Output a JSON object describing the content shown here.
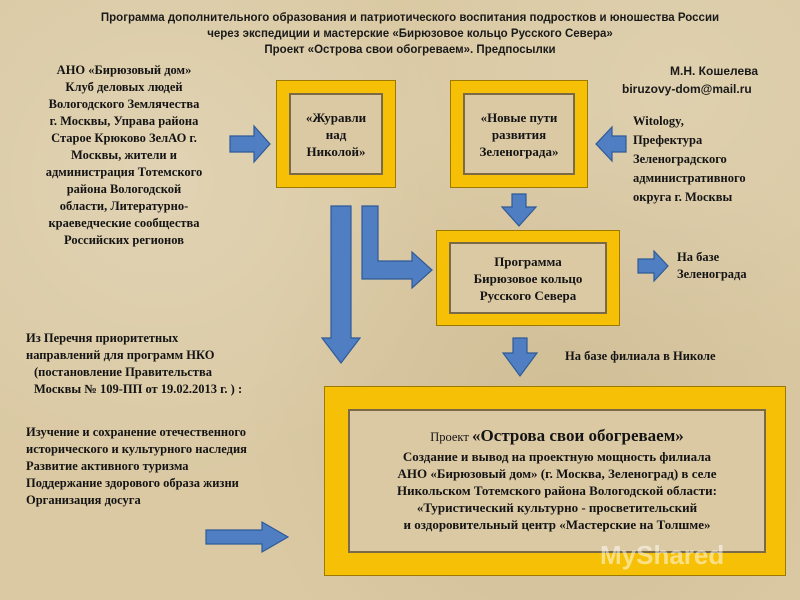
{
  "header": {
    "line1": "Программа дополнительного образования и патриотического воспитания подростков и юношества России",
    "line2": "через  экспедиции и мастерские «Бирюзовое кольцо Русского Севера»",
    "line3": "Проект «Острова свои обогреваем». Предпосылки"
  },
  "author": {
    "name": "М.Н. Кошелева",
    "email": "biruzovy-dom@mail.ru"
  },
  "left_block": {
    "lines": [
      "АНО «Бирюзовый дом»",
      "Клуб деловых людей",
      "Вологодского Землячества",
      "г. Москвы, Управа района",
      "Старое Крюково ЗелАО г.",
      "Москвы, жители и",
      "администрация Тотемского",
      "района Вологодской",
      "области, Литературно-",
      "краеведческие сообщества",
      "Российских регионов"
    ]
  },
  "right_block": {
    "lines": [
      "Witology,",
      "Префектура",
      "Зеленоградского",
      "административного",
      "округа г. Москвы"
    ]
  },
  "boxes": {
    "box1": [
      "«Журавли",
      "над",
      "Николой»"
    ],
    "box2": [
      "«Новые пути",
      "развития",
      "Зеленограда»"
    ],
    "program": [
      "Программа",
      "Бирюзовое кольцо",
      "Русского Севера"
    ]
  },
  "labels": {
    "zelenograd": [
      "На базе",
      "Зеленограда"
    ],
    "nikola": "На базе  филиала в Николе"
  },
  "priorities": {
    "lines": [
      "Из Перечня приоритетных",
      "направлений для программ НКО",
      "(постановление Правительства",
      "Москвы № 109-ПП от 19.02.2013 г. ) :"
    ],
    "items": [
      "Изучение и сохранение отечественного",
      "исторического и культурного наследия",
      "Развитие активного туризма",
      "Поддержание здорового образа жизни",
      "Организация досуга"
    ]
  },
  "project": {
    "prefix": "Проект",
    "title": "«Острова свои обогреваем»",
    "lines": [
      "Создание и вывод на проектную мощность филиала",
      "АНО «Бирюзовый дом»  (г. Москва, Зеленоград) в селе",
      "Никольском Тотемского района Вологодской области:",
      "«Туристический культурно - просветительский",
      "и оздоровительный  центр «Мастерские на Толшме»"
    ]
  },
  "watermark": "MyShared",
  "colors": {
    "background": "#dac9a3",
    "yellow_frame": "#f5c006",
    "arrow_fill": "#4f7fc2",
    "arrow_stroke": "#2f5a97"
  }
}
